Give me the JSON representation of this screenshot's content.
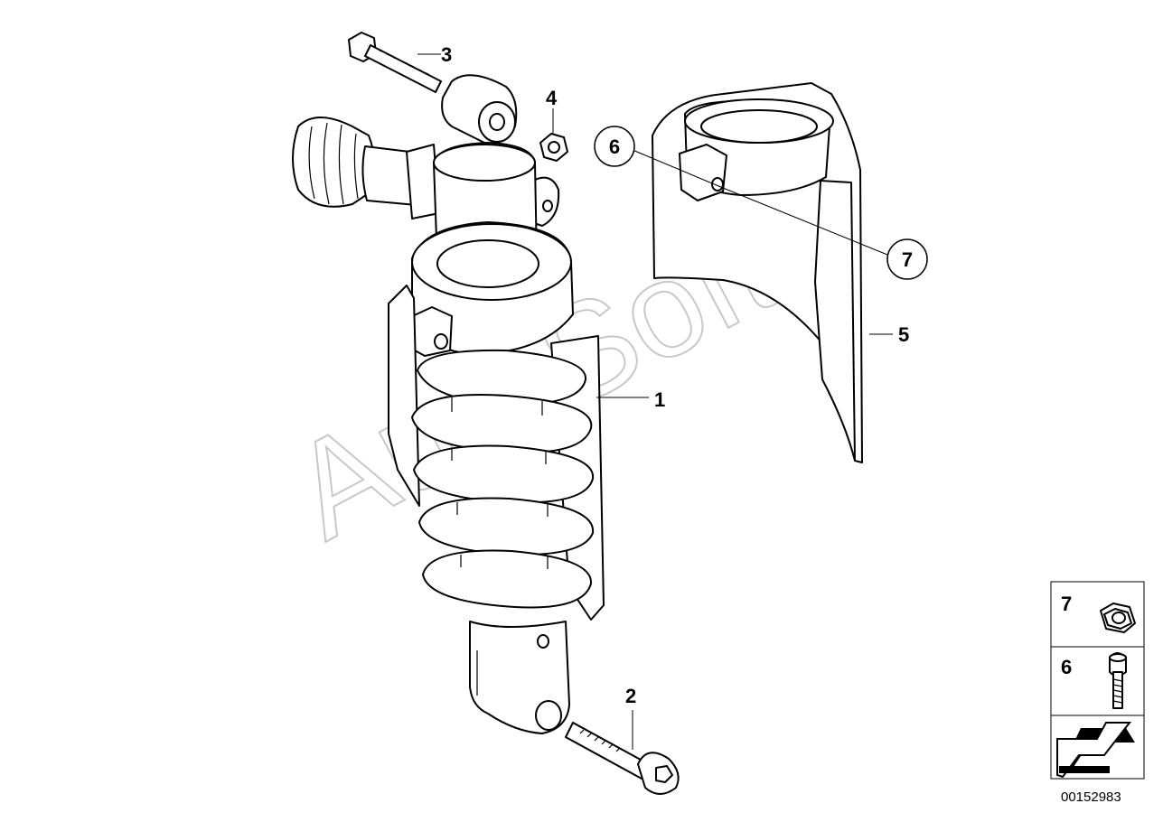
{
  "callouts": {
    "p1": "1",
    "p2": "2",
    "p3": "3",
    "p4": "4",
    "p5": "5",
    "p6": "6",
    "p7": "7"
  },
  "legend": {
    "row1_number": "7",
    "row1_icon": "nut-icon",
    "row2_number": "6",
    "row2_icon": "bolt-icon",
    "row3_icon": "arrow-icon"
  },
  "watermark": "AutoSoft",
  "document_number": "00152983"
}
